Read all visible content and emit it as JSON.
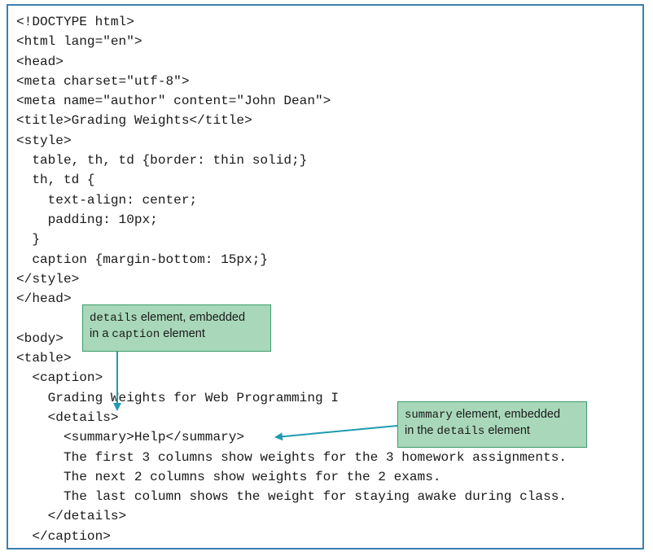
{
  "code_lines": [
    "<!DOCTYPE html>",
    "<html lang=\"en\">",
    "<head>",
    "<meta charset=\"utf-8\">",
    "<meta name=\"author\" content=\"John Dean\">",
    "<title>Grading Weights</title>",
    "<style>",
    "  table, th, td {border: thin solid;}",
    "  th, td {",
    "    text-align: center;",
    "    padding: 10px;",
    "  }",
    "  caption {margin-bottom: 15px;}",
    "</style>",
    "</head>",
    "",
    "<body>",
    "<table>",
    "  <caption>",
    "    Grading Weights for Web Programming I",
    "    <details>",
    "      <summary>Help</summary>",
    "      The first 3 columns show weights for the 3 homework assignments.",
    "      The next 2 columns show weights for the 2 exams.",
    "      The last column shows the weight for staying awake during class.",
    "    </details>",
    "  </caption>"
  ],
  "callouts": {
    "details": {
      "line1_code": "details",
      "line1_text": " element, embedded",
      "line2_text_a": "in a ",
      "line2_code": "caption",
      "line2_text_b": " element"
    },
    "summary": {
      "line1_code": "summary",
      "line1_text": " element, embedded",
      "line2_text_a": "in the ",
      "line2_code": "details",
      "line2_text_b": " element"
    }
  },
  "colors": {
    "frame_border": "#3a7fae",
    "callout_fill": "#a8d8b9",
    "callout_border": "#3c9a6b",
    "arrow": "#1e9bb0"
  }
}
